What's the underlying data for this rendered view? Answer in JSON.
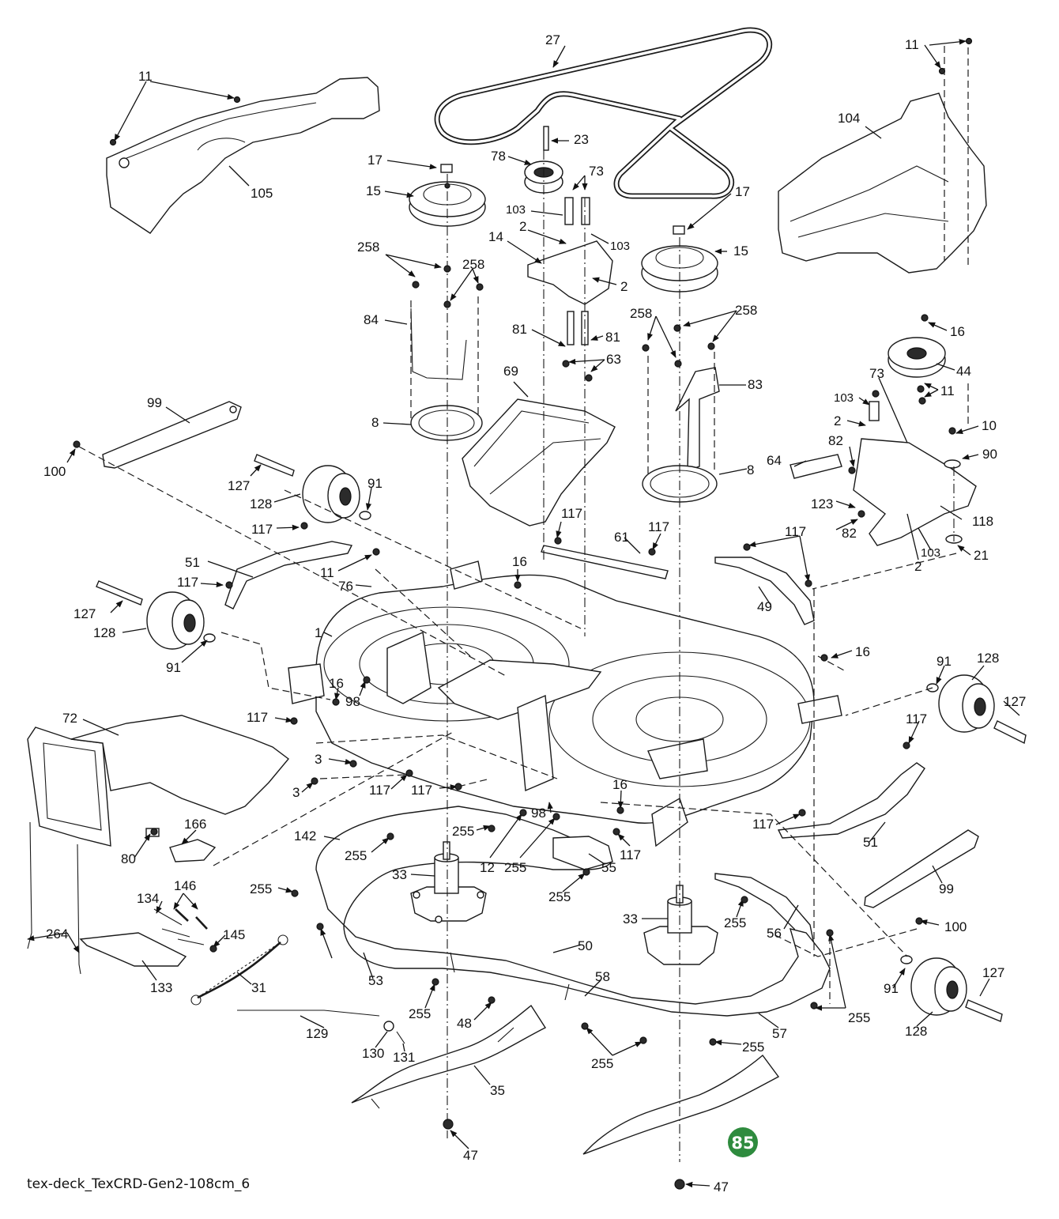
{
  "drawing": {
    "caption": "tex-deck_TexCRD-Gen2-108cm_6",
    "badge_label": "85",
    "badge_color": "#2e8b3e"
  },
  "callouts": [
    {
      "text": "27"
    },
    {
      "text": "11"
    },
    {
      "text": "11"
    },
    {
      "text": "105"
    },
    {
      "text": "104"
    },
    {
      "text": "23"
    },
    {
      "text": "78"
    },
    {
      "text": "17"
    },
    {
      "text": "15"
    },
    {
      "text": "73"
    },
    {
      "text": "103"
    },
    {
      "text": "2"
    },
    {
      "text": "14"
    },
    {
      "text": "103"
    },
    {
      "text": "2"
    },
    {
      "text": "17"
    },
    {
      "text": "15"
    },
    {
      "text": "258"
    },
    {
      "text": "258"
    },
    {
      "text": "84"
    },
    {
      "text": "81"
    },
    {
      "text": "81"
    },
    {
      "text": "258"
    },
    {
      "text": "258"
    },
    {
      "text": "16"
    },
    {
      "text": "44"
    },
    {
      "text": "63"
    },
    {
      "text": "69"
    },
    {
      "text": "83"
    },
    {
      "text": "73"
    },
    {
      "text": "103"
    },
    {
      "text": "11"
    },
    {
      "text": "2"
    },
    {
      "text": "10"
    },
    {
      "text": "8"
    },
    {
      "text": "99"
    },
    {
      "text": "82"
    },
    {
      "text": "90"
    },
    {
      "text": "64"
    },
    {
      "text": "8"
    },
    {
      "text": "100"
    },
    {
      "text": "127"
    },
    {
      "text": "91"
    },
    {
      "text": "128"
    },
    {
      "text": "123"
    },
    {
      "text": "118"
    },
    {
      "text": "82"
    },
    {
      "text": "117"
    },
    {
      "text": "117"
    },
    {
      "text": "117"
    },
    {
      "text": "61"
    },
    {
      "text": "117"
    },
    {
      "text": "103"
    },
    {
      "text": "2"
    },
    {
      "text": "21"
    },
    {
      "text": "51"
    },
    {
      "text": "11"
    },
    {
      "text": "16"
    },
    {
      "text": "76"
    },
    {
      "text": "117"
    },
    {
      "text": "49"
    },
    {
      "text": "127"
    },
    {
      "text": "128"
    },
    {
      "text": "1"
    },
    {
      "text": "91"
    },
    {
      "text": "16"
    },
    {
      "text": "16"
    },
    {
      "text": "91"
    },
    {
      "text": "128"
    },
    {
      "text": "98"
    },
    {
      "text": "127"
    },
    {
      "text": "72"
    },
    {
      "text": "117"
    },
    {
      "text": "117"
    },
    {
      "text": "3"
    },
    {
      "text": "117"
    },
    {
      "text": "117"
    },
    {
      "text": "3"
    },
    {
      "text": "16"
    },
    {
      "text": "166"
    },
    {
      "text": "98"
    },
    {
      "text": "142"
    },
    {
      "text": "255"
    },
    {
      "text": "12"
    },
    {
      "text": "117"
    },
    {
      "text": "117"
    },
    {
      "text": "51"
    },
    {
      "text": "80"
    },
    {
      "text": "255"
    },
    {
      "text": "55"
    },
    {
      "text": "33"
    },
    {
      "text": "99"
    },
    {
      "text": "255"
    },
    {
      "text": "146"
    },
    {
      "text": "134"
    },
    {
      "text": "255"
    },
    {
      "text": "255"
    },
    {
      "text": "33"
    },
    {
      "text": "100"
    },
    {
      "text": "56"
    },
    {
      "text": "145"
    },
    {
      "text": "264"
    },
    {
      "text": "255"
    },
    {
      "text": "50"
    },
    {
      "text": "133"
    },
    {
      "text": "31"
    },
    {
      "text": "53"
    },
    {
      "text": "58"
    },
    {
      "text": "91"
    },
    {
      "text": "127"
    },
    {
      "text": "255"
    },
    {
      "text": "48"
    },
    {
      "text": "255"
    },
    {
      "text": "57"
    },
    {
      "text": "128"
    },
    {
      "text": "129"
    },
    {
      "text": "130"
    },
    {
      "text": "131"
    },
    {
      "text": "255"
    },
    {
      "text": "255"
    },
    {
      "text": "35"
    },
    {
      "text": "47"
    },
    {
      "text": "47"
    }
  ]
}
